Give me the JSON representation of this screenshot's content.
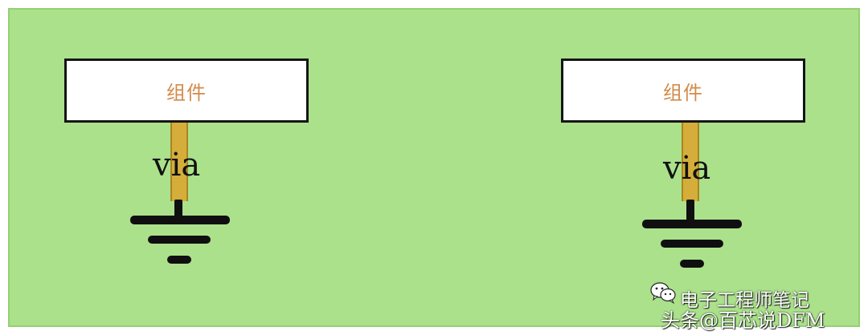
{
  "diagram": {
    "colors": {
      "background": "#abe18b",
      "box_fill": "#ffffff",
      "box_border": "#151515",
      "component_text": "#d48a4a",
      "via_fill": "#d5ad3a",
      "ground": "#0f0f0f"
    },
    "left": {
      "component_label": "组件",
      "via_label": "via"
    },
    "right": {
      "component_label": "组件",
      "via_label": "via"
    }
  },
  "watermark": {
    "icon": "wechat-icon",
    "line1": "电子工程师笔记",
    "line2": "头条@百芯说DFM"
  }
}
